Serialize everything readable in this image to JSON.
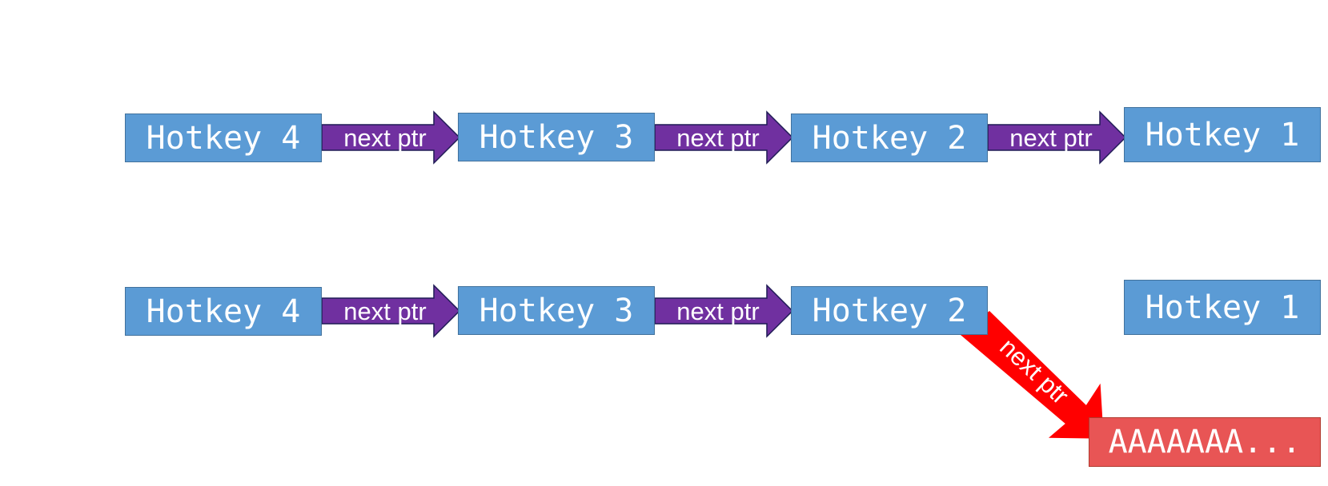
{
  "diagram": {
    "rows": [
      {
        "nodes": [
          "Hotkey 4",
          "Hotkey 3",
          "Hotkey 2",
          "Hotkey 1"
        ],
        "links": [
          "next ptr",
          "next ptr",
          "next ptr"
        ]
      },
      {
        "nodes": [
          "Hotkey 4",
          "Hotkey 3",
          "Hotkey 2",
          "Hotkey 1"
        ],
        "links": [
          "next ptr",
          "next ptr"
        ],
        "corrupt_link": "next ptr",
        "corrupt_node": "AAAAAAA..."
      }
    ],
    "colors": {
      "node_fill": "#5b9bd5",
      "node_border": "#41719c",
      "arrow_fill": "#7030a0",
      "corrupt_arrow_fill": "#ff0000",
      "corrupt_node_fill": "#e85555"
    }
  }
}
